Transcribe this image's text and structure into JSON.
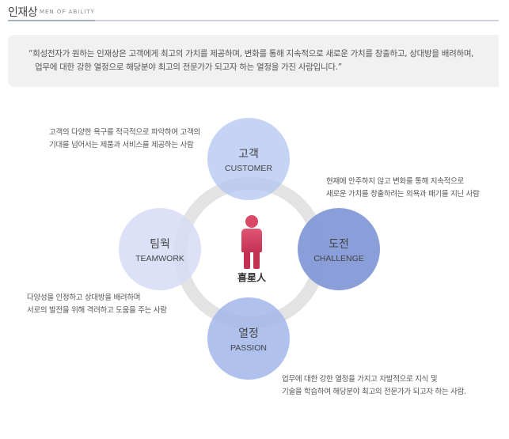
{
  "header": {
    "title": "인재상",
    "subtitle": "MEN OF ABILITY"
  },
  "quote": {
    "line1": "“희성전자가 원하는 인재상은 고객에게 최고의 가치를 제공하며, 변화를 통해 지속적으로 새로운 가치를 창출하고, 상대방을 배려하며,",
    "line2": "업무에 대한 강한 열정으로 해당분야 최고의 전문가가 되고자 하는 열정을 가진 사람입니다.”"
  },
  "center": {
    "label": "喜星人"
  },
  "nodes": {
    "customer": {
      "ko": "고객",
      "en": "CUSTOMER",
      "desc_line1": "고객의 다양한 욕구를 적극적으로 파악하여 고객의",
      "desc_line2": "기대를 넘어서는 제품과 서비스를 제공하는 사람"
    },
    "challenge": {
      "ko": "도전",
      "en": "CHALLENGE",
      "desc_line1": "현재에 안주하지 않고 변화를 통해 지속적으로",
      "desc_line2": "새로운 가치를 창출하려는 의욕과 패기를 지닌 사람"
    },
    "teamwork": {
      "ko": "팀웍",
      "en": "TEAMWORK",
      "desc_line1": "다양성을 인정하고 상대방을 배려하며",
      "desc_line2": "서로의 발전을 위해 격려하고 도움을 주는 사람"
    },
    "passion": {
      "ko": "열정",
      "en": "PASSION",
      "desc_line1": "업무에 대한 강한 열정을 가지고 자발적으로 지식 및",
      "desc_line2": "기술을 학습하여 해당분야 최고의 전문가가 되고자 하는 사람."
    }
  }
}
